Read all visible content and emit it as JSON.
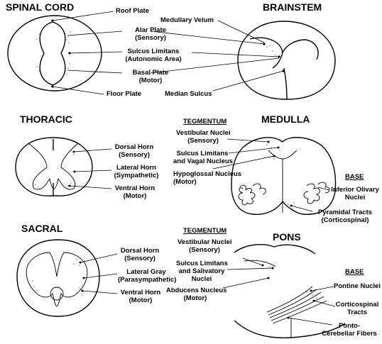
{
  "titles": {
    "spinal_cord": "SPINAL CORD",
    "brainstem": "BRAINSTEM",
    "thoracic": "THORACIC",
    "medulla": "MEDULLA",
    "sacral": "SACRAL",
    "pons": "PONS"
  },
  "spinal": {
    "roof_plate": "Roof Plate",
    "alar_plate": [
      "Alar Plate",
      "(Sensory)"
    ],
    "sulcus_limitans": [
      "Sulcus Limitans",
      "(Autonomic Area)"
    ],
    "basal_plate": [
      "Basal Plate",
      "(Motor)"
    ],
    "floor_plate": "Floor Plate"
  },
  "brainstem": {
    "medullary_velum": "Medullary Velum",
    "median_sulcus": "Median Sulcus"
  },
  "thoracic": {
    "dorsal_horn": [
      "Dorsal Horn",
      "(Sensory)"
    ],
    "lateral_horn": [
      "Lateral Horn",
      "(Sympathetic)"
    ],
    "ventral_horn": [
      "Ventral Horn",
      "(Motor)"
    ]
  },
  "medulla": {
    "tegmentum": "TEGMENTUM",
    "vestibular": [
      "Vestibular Nuclei",
      "(Sensory)"
    ],
    "sulcus_vagal": [
      "Sulcus Limitans",
      "and Vagal Nucleus"
    ],
    "hypoglossal": [
      "Hypoglossal Nucleus",
      "(Motor)"
    ],
    "base": "BASE",
    "inferior_olivary": [
      "Inferior Olivary",
      "Nuclei"
    ],
    "pyramidal": [
      "Pyramidal Tracts",
      "(Corticospinal)"
    ]
  },
  "sacral": {
    "dorsal_horn": [
      "Dorsal Horn",
      "(Sensory)"
    ],
    "lateral_gray": [
      "Lateral Gray",
      "(Parasympathetic)"
    ],
    "ventral_horn": [
      "Ventral Horn",
      "(Motor)"
    ]
  },
  "pons": {
    "tegmentum": "TEGMENTUM",
    "vestibular": [
      "Vestibular Nuclei",
      "(Sensory)"
    ],
    "sulcus_salivatory": [
      "Sulcus Limitans",
      "and Salivatory",
      "Nuclei"
    ],
    "abducens": [
      "Abducens Nucleus",
      "(Motor)"
    ],
    "base": "BASE",
    "pontine_nuclei": "Pontine Nuclei",
    "corticospinal": [
      "Corticospinal",
      "Tracts"
    ],
    "pontocerebellar": [
      "Ponto-",
      "Cerebellar Fibers"
    ]
  }
}
